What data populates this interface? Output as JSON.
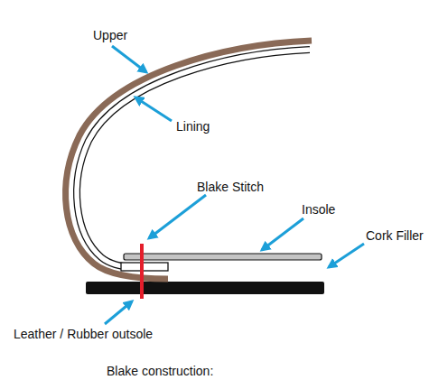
{
  "diagram": {
    "caption": "Blake construction:",
    "labels": [
      "Upper",
      "Lining",
      "Blake Stitch",
      "Insole",
      "Cork Filler",
      "Leather / Rubber outsole"
    ]
  }
}
